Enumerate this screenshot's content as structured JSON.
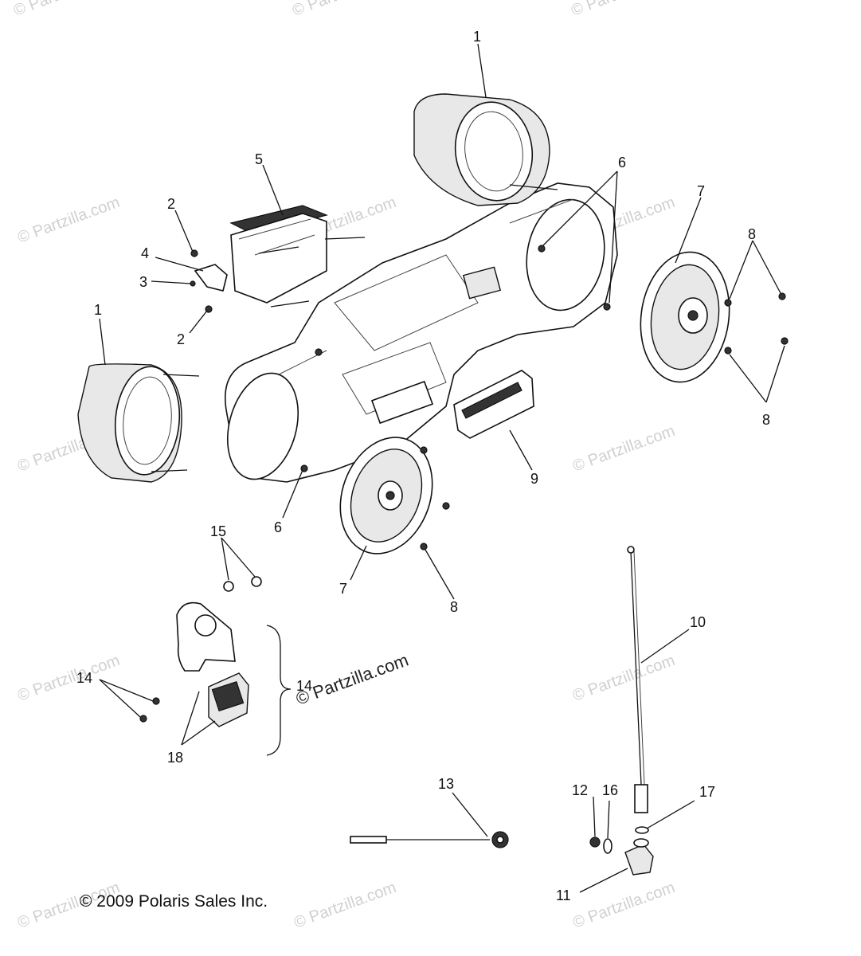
{
  "diagram": {
    "callouts": [
      {
        "id": "c1a",
        "label": "1"
      },
      {
        "id": "c1b",
        "label": "1"
      },
      {
        "id": "c2a",
        "label": "2"
      },
      {
        "id": "c2b",
        "label": "2"
      },
      {
        "id": "c3",
        "label": "3"
      },
      {
        "id": "c4",
        "label": "4"
      },
      {
        "id": "c5",
        "label": "5"
      },
      {
        "id": "c6a",
        "label": "6"
      },
      {
        "id": "c6b",
        "label": "6"
      },
      {
        "id": "c7a",
        "label": "7"
      },
      {
        "id": "c7b",
        "label": "7"
      },
      {
        "id": "c8a",
        "label": "8"
      },
      {
        "id": "c8b",
        "label": "8"
      },
      {
        "id": "c8c",
        "label": "8"
      },
      {
        "id": "c9",
        "label": "9"
      },
      {
        "id": "c10",
        "label": "10"
      },
      {
        "id": "c11",
        "label": "11"
      },
      {
        "id": "c12",
        "label": "12"
      },
      {
        "id": "c13",
        "label": "13"
      },
      {
        "id": "c14a",
        "label": "14"
      },
      {
        "id": "c14b",
        "label": "14"
      },
      {
        "id": "c15",
        "label": "15"
      },
      {
        "id": "c16",
        "label": "16"
      },
      {
        "id": "c17",
        "label": "17"
      },
      {
        "id": "c18",
        "label": "18"
      }
    ],
    "copyright": "© 2009 Polaris Sales Inc.",
    "watermark": "© Partzilla.com",
    "watermark_main": "© Partzilla.com"
  }
}
